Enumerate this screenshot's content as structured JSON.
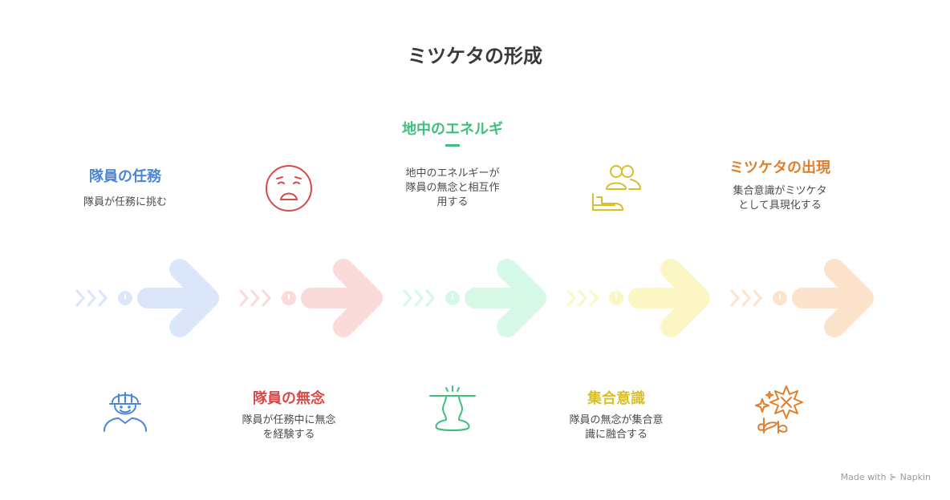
{
  "title": "ミツケタの形成",
  "stages": [
    {
      "id": "1",
      "heading": "隊員の任務",
      "description": "隊員が任務に挑む",
      "color": "#4a86d8",
      "arrow_color": "#dbe6fb",
      "icon": "soldier-helmet-icon"
    },
    {
      "id": "2",
      "heading": "隊員の無念",
      "description": "隊員が任務中に無念を経験する",
      "color": "#d84a4a",
      "arrow_color": "#fbdada",
      "icon": "sad-face-icon"
    },
    {
      "id": "3",
      "heading": "地中のエネルギ",
      "description": "地中のエネルギーが隊員の無念と相互作用する",
      "color": "#3fbf7f",
      "arrow_color": "#d6f8e6",
      "icon": "ground-energy-icon"
    },
    {
      "id": "4",
      "heading": "集合意識",
      "description": "隊員の無念が集合意識に融合する",
      "color": "#d8c02a",
      "arrow_color": "#fcf6c4",
      "icon": "people-group-icon"
    },
    {
      "id": "5",
      "heading": "ミツケタの出現",
      "description": "集合意識がミツケタとして具現化する",
      "color": "#e07e2a",
      "arrow_color": "#fde2cc",
      "icon": "sparkle-flower-icon"
    }
  ],
  "stage_desc_lines": {
    "1": [
      "隊員が任務に挑む"
    ],
    "2": [
      "隊員が任務中に無念",
      "を経験する"
    ],
    "3": [
      "地中のエネルギーが",
      "隊員の無念と相互作",
      "用する"
    ],
    "4": [
      "隊員の無念が集合意",
      "識に融合する"
    ],
    "5": [
      "集合意識がミツケタ",
      "として具現化する"
    ]
  },
  "footer": {
    "made_with": "Made with",
    "brand": "Napkin"
  }
}
